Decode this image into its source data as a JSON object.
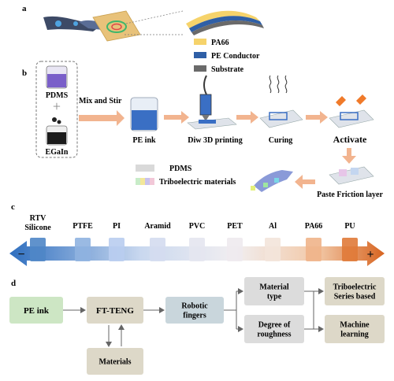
{
  "panels": {
    "a": {
      "label": "a",
      "layers": [
        "PA66",
        "PE Conductor",
        "Substrate"
      ],
      "colors": {
        "PA66": "#f6d36b",
        "PE Conductor": "#2f5fa6",
        "Substrate": "#6a6a6a"
      }
    },
    "b": {
      "label": "b",
      "inputs": [
        "PDMS",
        "EGaIn"
      ],
      "plus": "+",
      "mix_label": "Mix and Stir",
      "steps": [
        "PE ink",
        "Diw 3D printing",
        "Curing",
        "Activate",
        "Paste Friction layer"
      ],
      "legend": [
        "PDMS",
        "Triboelectric materials"
      ]
    },
    "c": {
      "label": "c",
      "materials_top": [
        "RTV\nSilicone",
        "PTFE",
        "PI",
        "Aramid",
        "PVC",
        "PET",
        "Al",
        "PA66",
        "PU"
      ],
      "minus": "−",
      "plus": "+",
      "colors": [
        "#4f86c6",
        "#8fb3e0",
        "#b9cdef",
        "#d4dcef",
        "#e4e6ef",
        "#eeeaee",
        "#f3e4da",
        "#f0b48a",
        "#e07a38"
      ]
    },
    "d": {
      "label": "d",
      "nodes": {
        "pe_ink": "PE ink",
        "ft_teng": "FT-TENG",
        "robotic": "Robotic\nfingers",
        "materials": "Materials",
        "material_type": "Material\ntype",
        "roughness": "Degree of\nroughness",
        "series": "Triboelectric\nSeries based",
        "ml": "Machine\nlearning"
      }
    }
  }
}
